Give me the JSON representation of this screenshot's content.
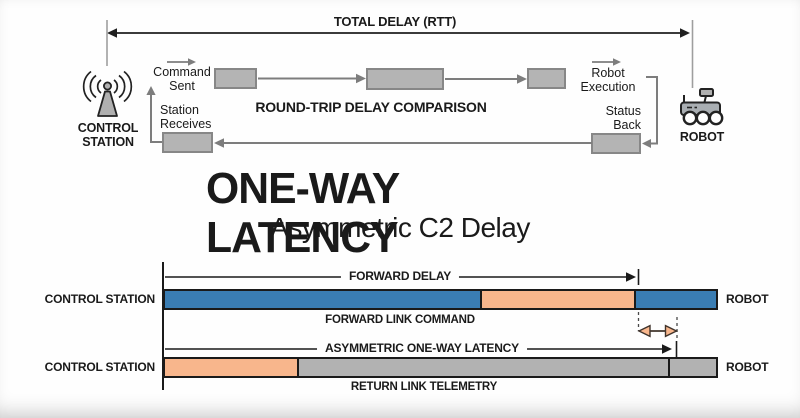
{
  "top_diagram": {
    "total_delay_label": "TOTAL DELAY (RTT)",
    "title": "ROUND-TRIP DELAY COMPARISON",
    "control_station_label": "CONTROL\nSTATION",
    "robot_label": "ROBOT",
    "command_sent_label": "Command\nSent",
    "station_receives_label": "Station\nReceives",
    "robot_execution_label": "Robot\nExecution",
    "status_back_label": "Status\nBack"
  },
  "heading": {
    "title": "ONE-WAY LATENCY",
    "subtitle": "Asymmetric C2 Delay"
  },
  "timeline": {
    "rows": [
      {
        "left_label": "CONTROL STATION",
        "right_label": "ROBOT",
        "arrow_label": "FORWARD DELAY",
        "caption": "FORWARD LINK COMMAND",
        "segments": [
          {
            "color": "#3a7db3",
            "width": "57.5%"
          },
          {
            "color": "#f8b68c",
            "width": "27.9%"
          },
          {
            "color": "#3a7db3",
            "width": "14.6%"
          }
        ]
      },
      {
        "left_label": "CONTROL STATION",
        "right_label": "ROBOT",
        "arrow_label": "ASYMMETRIC ONE-WAY LATENCY",
        "caption": "RETURN LINK TELEMETRY",
        "segments": [
          {
            "color": "#f8b68c",
            "width": "24.3%"
          },
          {
            "color": "#b2b2b2",
            "width": "67.4%"
          },
          {
            "color": "#b2b2b2",
            "width": "8.3%"
          }
        ]
      }
    ]
  },
  "colors": {
    "forward_link_blue": "#3a7db3",
    "latency_gap_orange": "#f8b68c",
    "return_link_gray": "#b2b2b2",
    "process_box_gray": "#b4b4b4"
  }
}
